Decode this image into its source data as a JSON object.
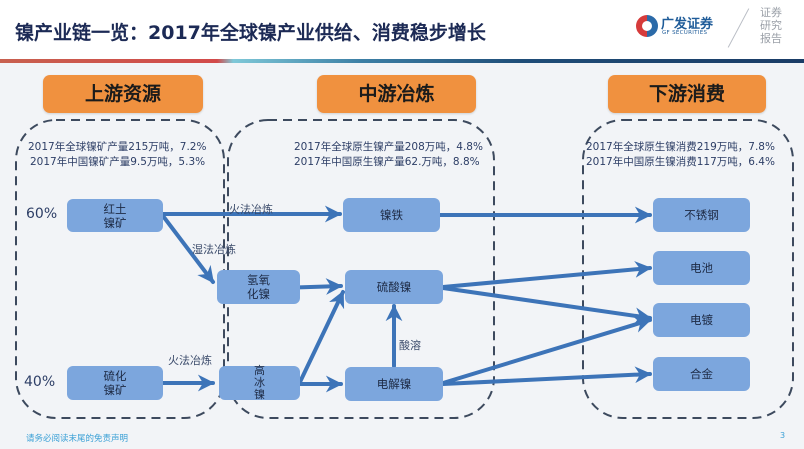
{
  "header": {
    "title": "镍产业链一览：2017年全球镍产业供给、消费稳步增长",
    "logo_cn": "广发证券",
    "logo_en": "GF SECURITIES",
    "report_label": [
      "证券",
      "研究",
      "报告"
    ]
  },
  "stages": [
    {
      "title": "上游资源",
      "stats": [
        "2017年全球镍矿产量215万吨，7.2%",
        "2017年中国镍矿产量9.5万吨，5.3%"
      ]
    },
    {
      "title": "中游冶炼",
      "stats": [
        "2017年全球原生镍产量208万吨，4.8%",
        "2017年中国原生镍产量62.万吨，8.8%"
      ]
    },
    {
      "title": "下游消费",
      "stats": [
        "2017年全球原生镍消费219万吨，7.8%",
        "2017年中国原生镍消费117万吨，6.4%"
      ]
    }
  ],
  "shares": {
    "laterite": "60%",
    "sulfide": "40%"
  },
  "nodes": {
    "laterite_ore": [
      "红土",
      "镍矿"
    ],
    "sulfide_ore": [
      "硫化",
      "镍矿"
    ],
    "nickel_hydroxide": [
      "氢氧",
      "化镍"
    ],
    "nickel_matte": [
      "高",
      "冰",
      "镍"
    ],
    "ferronickel": "镍铁",
    "nickel_sulfate": "硫酸镍",
    "electrolytic_nickel": "电解镍",
    "stainless_steel": "不锈钢",
    "battery": "电池",
    "electroplating": "电镀",
    "alloy": "合金"
  },
  "edge_labels": {
    "pyro_top": "火法冶炼",
    "hydro": "湿法冶炼",
    "pyro_bottom": "火法冶炼",
    "acid_dissolve": "酸溶"
  },
  "colors": {
    "stage_orange": "#f0913f",
    "node_blue": "#7ca6dd",
    "arrow_blue": "#3d74b8",
    "title_navy": "#1c2a55",
    "dashed_border": "#3d4a5e"
  },
  "footer": {
    "disclaimer": "请务必阅读末尾的免责声明",
    "page_number": "3"
  }
}
